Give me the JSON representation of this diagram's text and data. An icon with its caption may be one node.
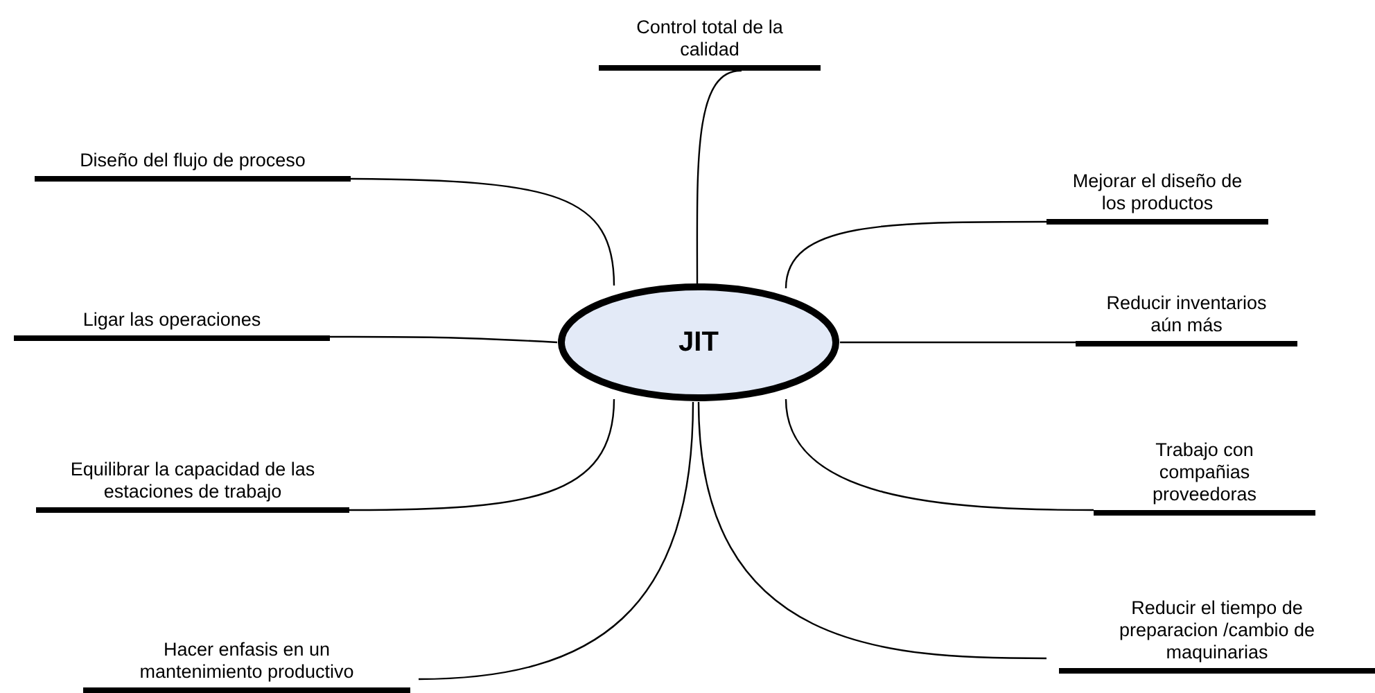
{
  "diagram": {
    "nodes": [
      {
        "text": [
          "JIT"
        ]
      },
      {
        "text": [
          "Control total  de la calidad"
        ]
      },
      {
        "text": [
          "Diseño del flujo de proceso"
        ]
      },
      {
        "text": [
          "Ligar las operaciones"
        ]
      },
      {
        "text": [
          "Equilibrar la capacidad de las estaciones de trabajo"
        ]
      },
      {
        "text": [
          "Hacer enfasis en un mantenimiento productivo"
        ]
      },
      {
        "text": [
          "Mejorar el diseño de los productos"
        ]
      },
      {
        "text": [
          "Reducir inventarios aún más"
        ]
      },
      {
        "text": [
          "Trabajo con compañias proveedoras"
        ]
      },
      {
        "text": [
          "Reducir el tiempo de preparacion /cambio de maquinarias"
        ]
      }
    ],
    "edges": [
      {
        "from": 0,
        "to": 1,
        "arrow": "none"
      },
      {
        "from": 0,
        "to": 2,
        "arrow": "none"
      },
      {
        "from": 0,
        "to": 3,
        "arrow": "none"
      },
      {
        "from": 0,
        "to": 4,
        "arrow": "none"
      },
      {
        "from": 0,
        "to": 5,
        "arrow": "none"
      },
      {
        "from": 0,
        "to": 6,
        "arrow": "none"
      },
      {
        "from": 0,
        "to": 7,
        "arrow": "none"
      },
      {
        "from": 0,
        "to": 8,
        "arrow": "none"
      },
      {
        "from": 0,
        "to": 9,
        "arrow": "none"
      }
    ]
  }
}
